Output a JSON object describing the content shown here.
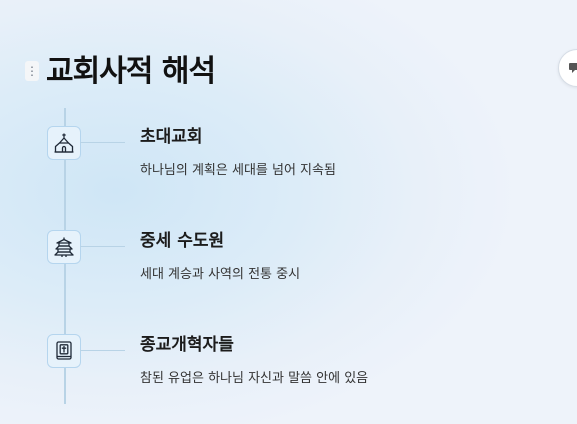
{
  "page": {
    "title": "교회사적 해석",
    "handle_glyph": "⋮",
    "chat_icon": "speech-bubble-icon"
  },
  "timeline": {
    "items": [
      {
        "icon": "church-icon",
        "title": "초대교회",
        "description": "하나님의 계획은 세대를 넘어 지속됨"
      },
      {
        "icon": "pagoda-icon",
        "title": "중세 수도원",
        "description": "세대 계승과 사역의 전통 중시"
      },
      {
        "icon": "bible-icon",
        "title": "종교개혁자들",
        "description": "참된 유업은 하나님 자신과 말씀 안에 있음"
      }
    ]
  },
  "colors": {
    "accent": "#b5d5ee",
    "icon_stroke": "#1f2937",
    "line": "#b8d3e6"
  }
}
